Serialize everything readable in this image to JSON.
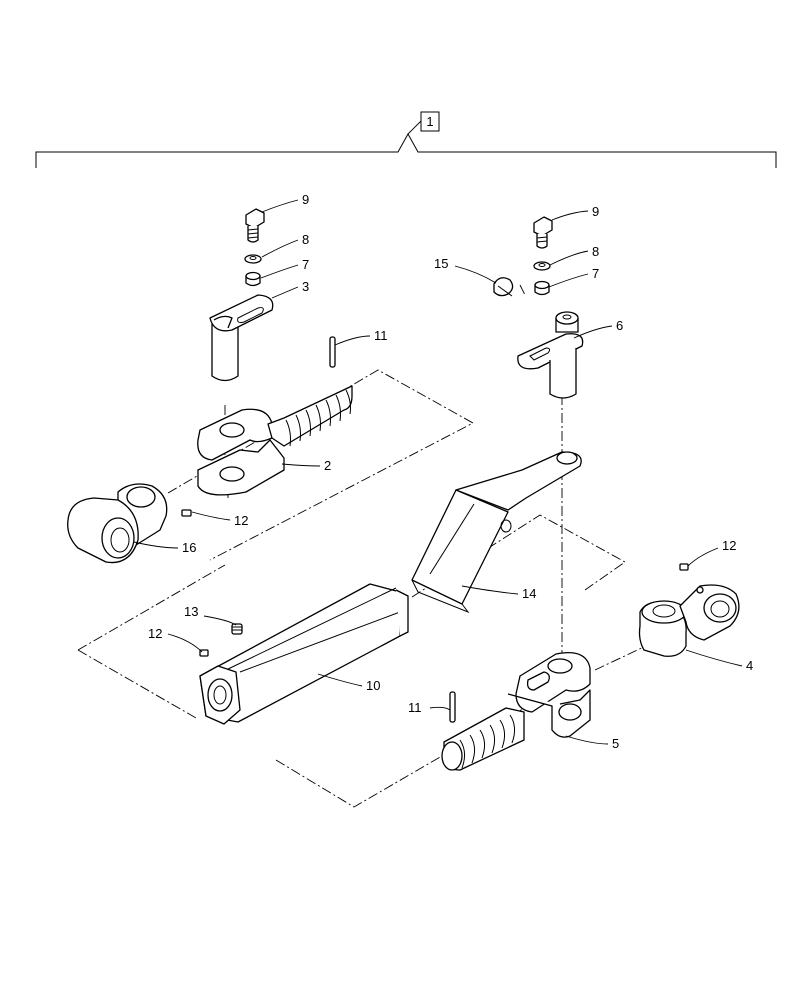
{
  "assembly_label": "1",
  "callouts": [
    {
      "id": "9a",
      "text": "9"
    },
    {
      "id": "8a",
      "text": "8"
    },
    {
      "id": "7a",
      "text": "7"
    },
    {
      "id": "3",
      "text": "3"
    },
    {
      "id": "11a",
      "text": "11"
    },
    {
      "id": "2",
      "text": "2"
    },
    {
      "id": "12a",
      "text": "12"
    },
    {
      "id": "16",
      "text": "16"
    },
    {
      "id": "9b",
      "text": "9"
    },
    {
      "id": "8b",
      "text": "8"
    },
    {
      "id": "7b",
      "text": "7"
    },
    {
      "id": "15",
      "text": "15"
    },
    {
      "id": "6",
      "text": "6"
    },
    {
      "id": "14",
      "text": "14"
    },
    {
      "id": "13",
      "text": "13"
    },
    {
      "id": "12b",
      "text": "12"
    },
    {
      "id": "10",
      "text": "10"
    },
    {
      "id": "12c",
      "text": "12"
    },
    {
      "id": "4",
      "text": "4"
    },
    {
      "id": "11b",
      "text": "11"
    },
    {
      "id": "5",
      "text": "5"
    }
  ]
}
